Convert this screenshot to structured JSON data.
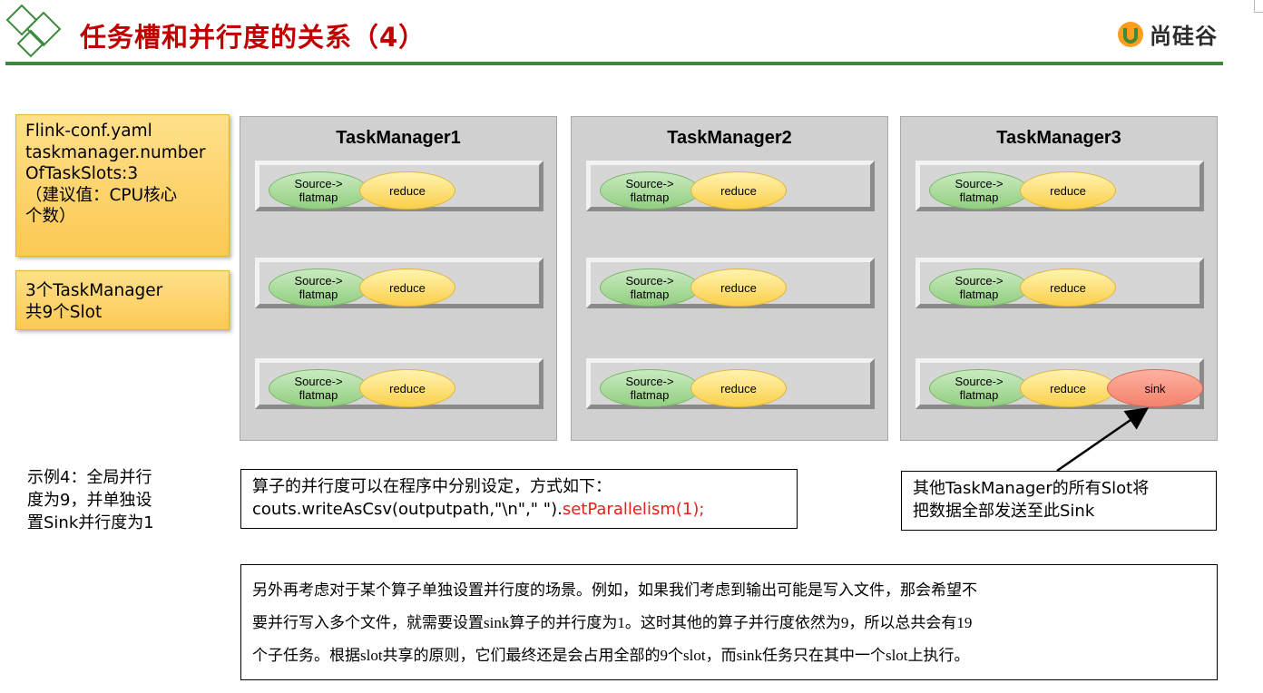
{
  "header": {
    "title": "任务槽和并行度的关系（4）",
    "brand": "尚硅谷",
    "rule_color": "#3c8a3c",
    "title_color": "#c00000"
  },
  "notes": {
    "config_lines": [
      "Flink-conf.yaml",
      "taskmanager.number",
      "OfTaskSlots:3",
      "（建议值：CPU核心",
      "个数）"
    ],
    "summary_lines": [
      "3个TaskManager",
      "共9个Slot"
    ]
  },
  "task_managers": [
    {
      "title": "TaskManager1",
      "slots": [
        {
          "source": "Source->",
          "source2": "flatmap",
          "reduce": "reduce"
        },
        {
          "source": "Source->",
          "source2": "flatmap",
          "reduce": "reduce"
        },
        {
          "source": "Source->",
          "source2": "flatmap",
          "reduce": "reduce"
        }
      ]
    },
    {
      "title": "TaskManager2",
      "slots": [
        {
          "source": "Source->",
          "source2": "flatmap",
          "reduce": "reduce"
        },
        {
          "source": "Source->",
          "source2": "flatmap",
          "reduce": "reduce"
        },
        {
          "source": "Source->",
          "source2": "flatmap",
          "reduce": "reduce"
        }
      ]
    },
    {
      "title": "TaskManager3",
      "slots": [
        {
          "source": "Source->",
          "source2": "flatmap",
          "reduce": "reduce"
        },
        {
          "source": "Source->",
          "source2": "flatmap",
          "reduce": "reduce"
        },
        {
          "source": "Source->",
          "source2": "flatmap",
          "reduce": "reduce",
          "sink": "sink"
        }
      ]
    }
  ],
  "example": {
    "lines": [
      "示例4：全局并行",
      "度为9，并单独设",
      "置Sink并行度为1"
    ]
  },
  "code_box": {
    "line1": "算子的并行度可以在程序中分别设定，方式如下：",
    "line2_prefix": "couts.writeAsCsv(outputpath,\"\\n\",\" \").",
    "line2_highlight": "setParallelism(1);"
  },
  "arrow_box": {
    "lines": [
      "其他TaskManager的所有Slot将",
      "把数据全部发送至此Sink"
    ]
  },
  "paragraph": {
    "lines": [
      "另外再考虑对于某个算子单独设置并行度的场景。例如，如果我们考虑到输出可能是写入文件，那会希望不",
      "要并行写入多个文件，就需要设置sink算子的并行度为1。这时其他的算子并行度依然为9，所以总共会有19",
      "个子任务。根据slot共享的原则，它们最终还是会占用全部的9个slot，而sink任务只在其中一个slot上执行。"
    ]
  },
  "colors": {
    "source_op": "#a8dc98",
    "reduce_op": "#fbd04a",
    "sink_op": "#f4826c",
    "note_bg": "#fbc954",
    "highlight": "#e8201a"
  }
}
